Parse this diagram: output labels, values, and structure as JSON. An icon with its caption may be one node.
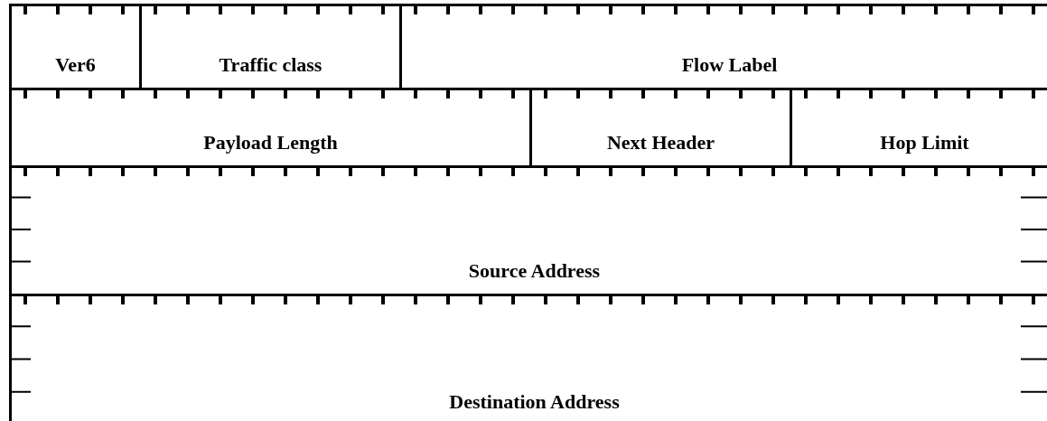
{
  "diagram": {
    "nodes": [
      {
        "text": [
          "Ver6"
        ]
      },
      {
        "text": [
          "Traffic class"
        ]
      },
      {
        "text": [
          "Flow Label"
        ]
      },
      {
        "text": [
          "Payload Length"
        ]
      },
      {
        "text": [
          "Next Header"
        ]
      },
      {
        "text": [
          "Hop Limit"
        ]
      },
      {
        "text": [
          "Source Address"
        ]
      },
      {
        "text": [
          "Destination Address"
        ]
      }
    ]
  }
}
